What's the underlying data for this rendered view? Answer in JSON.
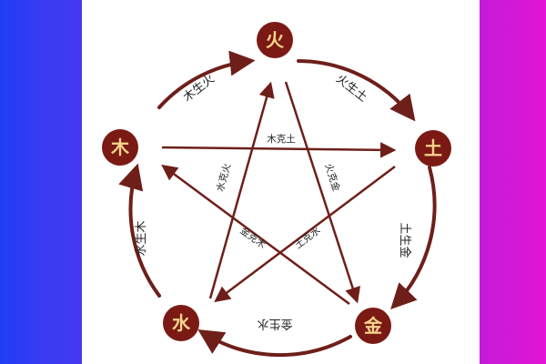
{
  "colors": {
    "element_fill": "#7b1a15",
    "element_text": "#f6d58c",
    "arrow": "#6e1f1a",
    "panel": "#ffffff"
  },
  "elements": {
    "fire": "火",
    "earth": "土",
    "metal": "金",
    "water": "水",
    "wood": "木"
  },
  "generating_cycle": {
    "wood_fire": "木生火",
    "fire_earth": "火生土",
    "earth_metal": "土生金",
    "metal_water": "金生水",
    "water_wood": "水生木"
  },
  "overcoming_cycle": {
    "wood_earth": "木克土",
    "fire_metal": "火克金",
    "water_fire": "水克火",
    "metal_wood": "金克木",
    "earth_water": "土克水"
  }
}
